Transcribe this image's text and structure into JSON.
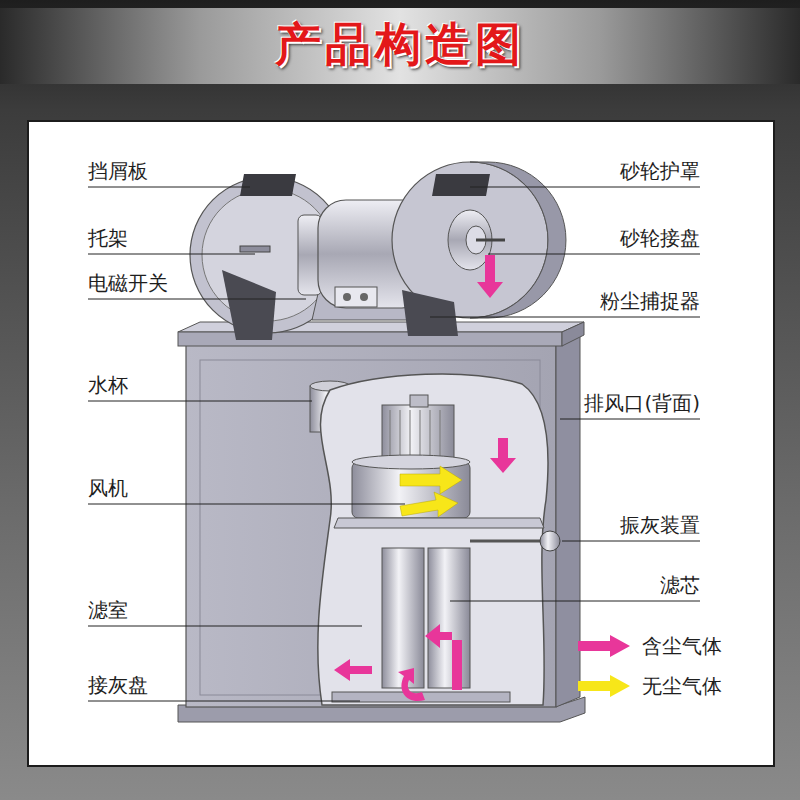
{
  "diagram": {
    "title": "产品构造图",
    "labels": [
      "挡屑板",
      "砂轮护罩",
      "托架",
      "砂轮接盘",
      "电磁开关",
      "粉尘捕捉器",
      "水杯",
      "排风口(背面)",
      "风机",
      "振灰装置",
      "滤芯",
      "滤室",
      "接灰盘"
    ],
    "legend": [
      {
        "text": "含尘气体",
        "color": "#e8369a"
      },
      {
        "text": "无尘气体",
        "color": "#f7e619"
      }
    ]
  }
}
